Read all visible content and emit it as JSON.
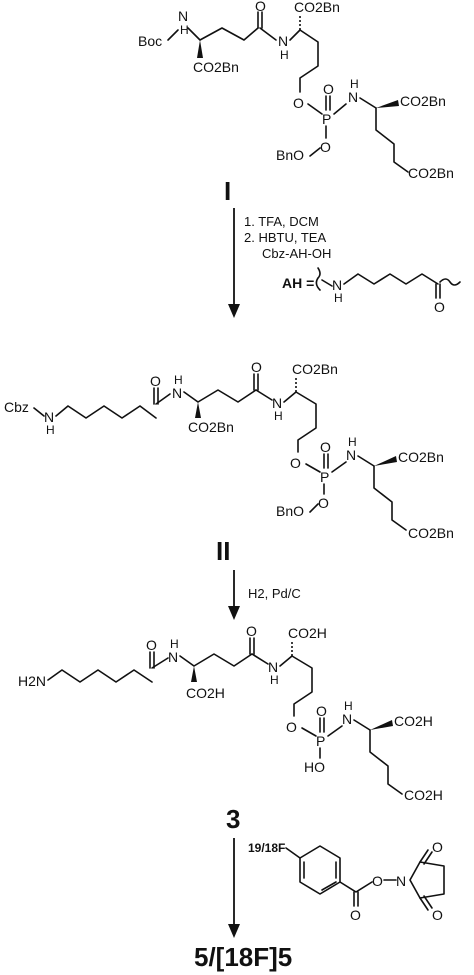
{
  "compound_I": {
    "label": "I",
    "boc": "Boc",
    "n": "N",
    "h": "H",
    "o": "O",
    "co2bn": "CO2Bn",
    "p": "P",
    "bno": "BnO"
  },
  "step1": {
    "line1": "1.  TFA, DCM",
    "line2": "2.  HBTU, TEA",
    "line3": "Cbz-AH-OH",
    "ah_label": "AH ="
  },
  "compound_II": {
    "label": "II",
    "cbz": "Cbz"
  },
  "step2": {
    "conditions": "H2, Pd/C"
  },
  "compound_3": {
    "label": "3",
    "h2n": "H2N",
    "co2h": "CO2H",
    "ho": "HO"
  },
  "step3": {
    "fluorine": "19/18F"
  },
  "product": {
    "label": "5/[18F]5"
  }
}
